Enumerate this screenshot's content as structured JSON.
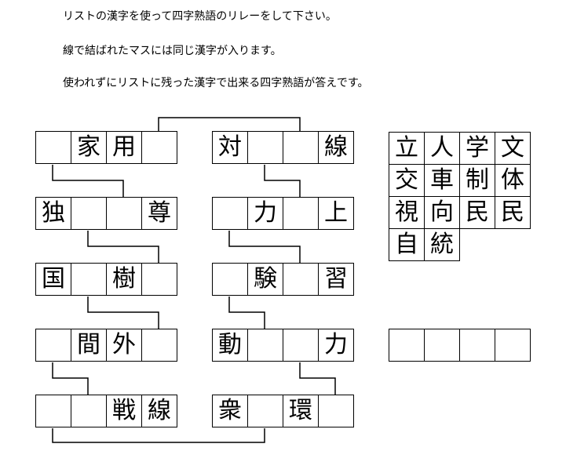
{
  "instructions": [
    "リストの漢字を使って四字熟語のリレーをして下さい。",
    "線で結ばれたマスには同じ漢字が入ります。",
    "使われずにリストに残った漢字で出来る四字熟語が答えです。"
  ],
  "left_column": [
    [
      "",
      "家",
      "用",
      ""
    ],
    [
      "独",
      "",
      "",
      "尊"
    ],
    [
      "国",
      "",
      "樹",
      ""
    ],
    [
      "",
      "間",
      "外",
      ""
    ],
    [
      "",
      "",
      "戦",
      "線"
    ]
  ],
  "right_column": [
    [
      "対",
      "",
      "",
      "線"
    ],
    [
      "",
      "力",
      "",
      "上"
    ],
    [
      "",
      "験",
      "",
      "習"
    ],
    [
      "動",
      "",
      "",
      "力"
    ],
    [
      "衆",
      "",
      "環",
      ""
    ]
  ],
  "kanji_list": [
    "立",
    "人",
    "学",
    "文",
    "交",
    "車",
    "制",
    "体",
    "視",
    "向",
    "民",
    "民",
    "自",
    "統"
  ],
  "answer_cells": [
    "",
    "",
    "",
    ""
  ]
}
